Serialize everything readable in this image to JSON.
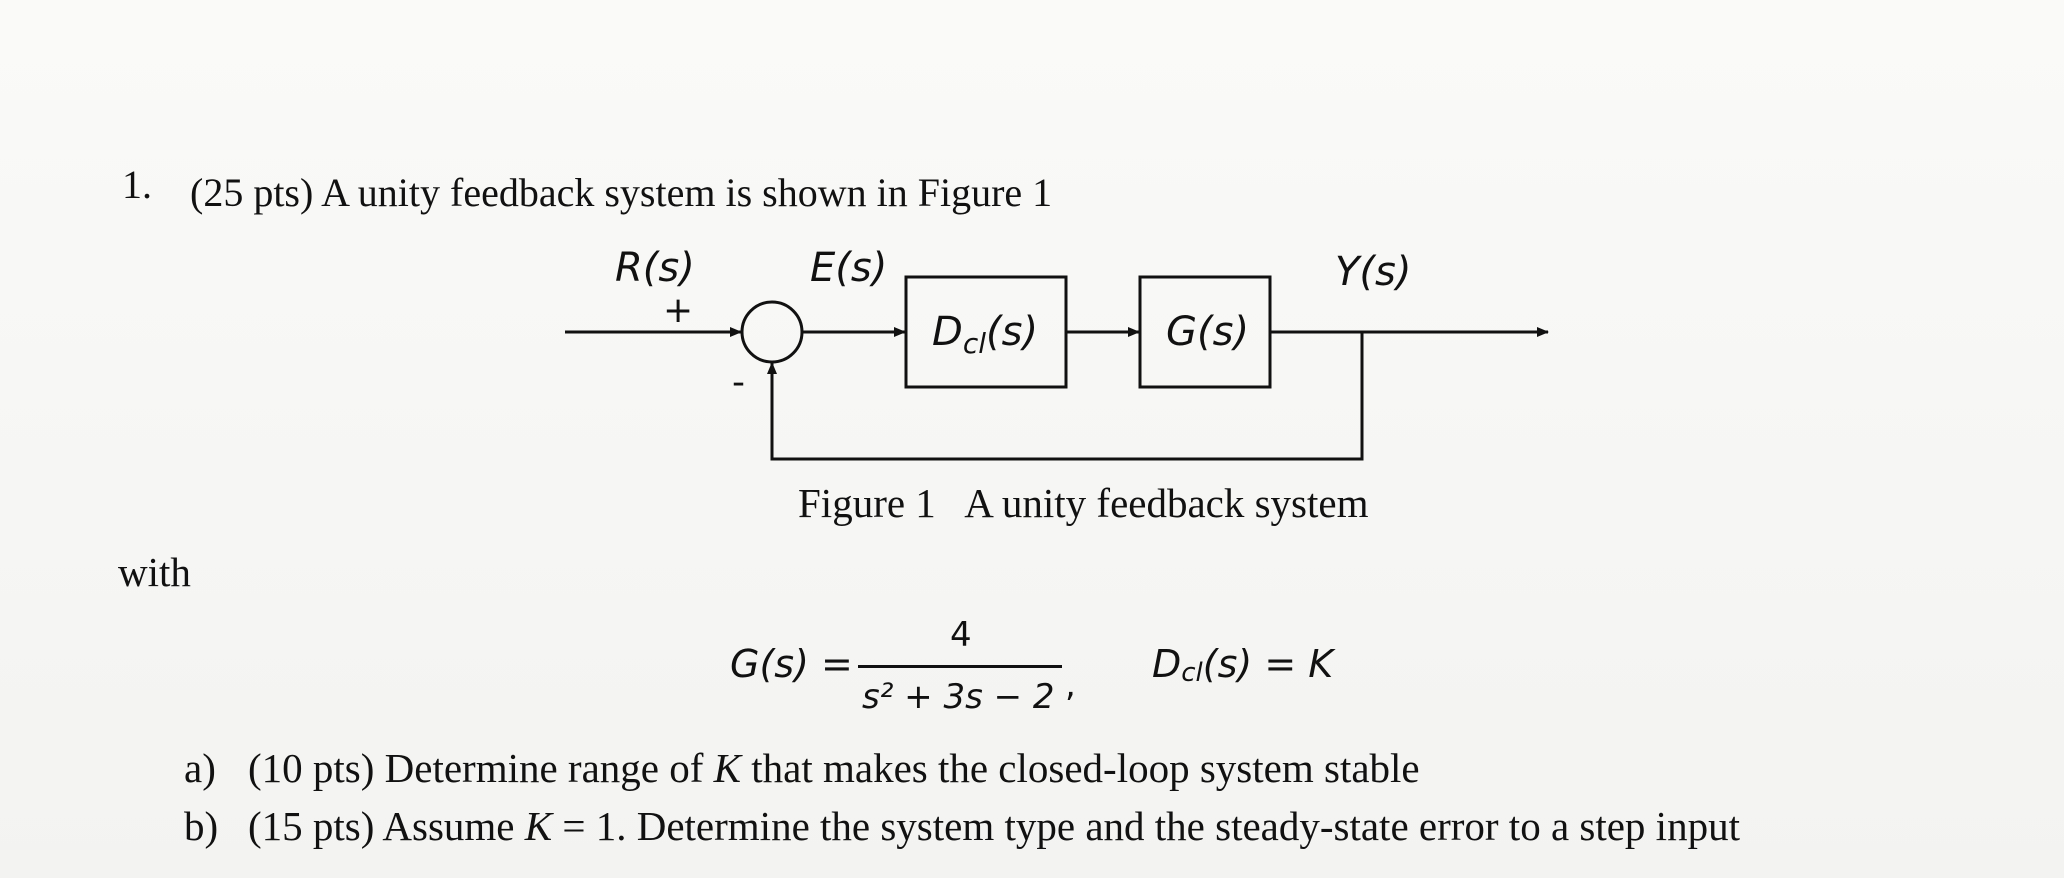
{
  "question": {
    "number": "1.",
    "intro": "(25 pts) A unity feedback system is shown in Figure 1"
  },
  "diagram": {
    "input_label": "R(s)",
    "error_label": "E(s)",
    "output_label": "Y(s)",
    "plus_sign": "+",
    "minus_sign": "-",
    "controller_block": {
      "main": "D",
      "sub": "cl",
      "arg": "(s)"
    },
    "plant_block": "G(s)"
  },
  "caption": "Figure 1   A unity feedback system",
  "with_text": "with",
  "equations": {
    "g_lhs": "G(s) =",
    "g_numerator": "4",
    "g_denominator": "s² + 3s − 2",
    "comma": ",",
    "d_main": "D",
    "d_sub": "cl",
    "d_rhs": "(s) = K"
  },
  "parts": [
    {
      "label": "a)",
      "pre": "(10 pts) Determine range of ",
      "var": "K",
      "post": " that makes the closed-loop system stable"
    },
    {
      "label": "b)",
      "pre": "(15 pts) Assume ",
      "var": "K",
      "post": " = 1. Determine the system type and the steady-state error to a step input"
    }
  ]
}
